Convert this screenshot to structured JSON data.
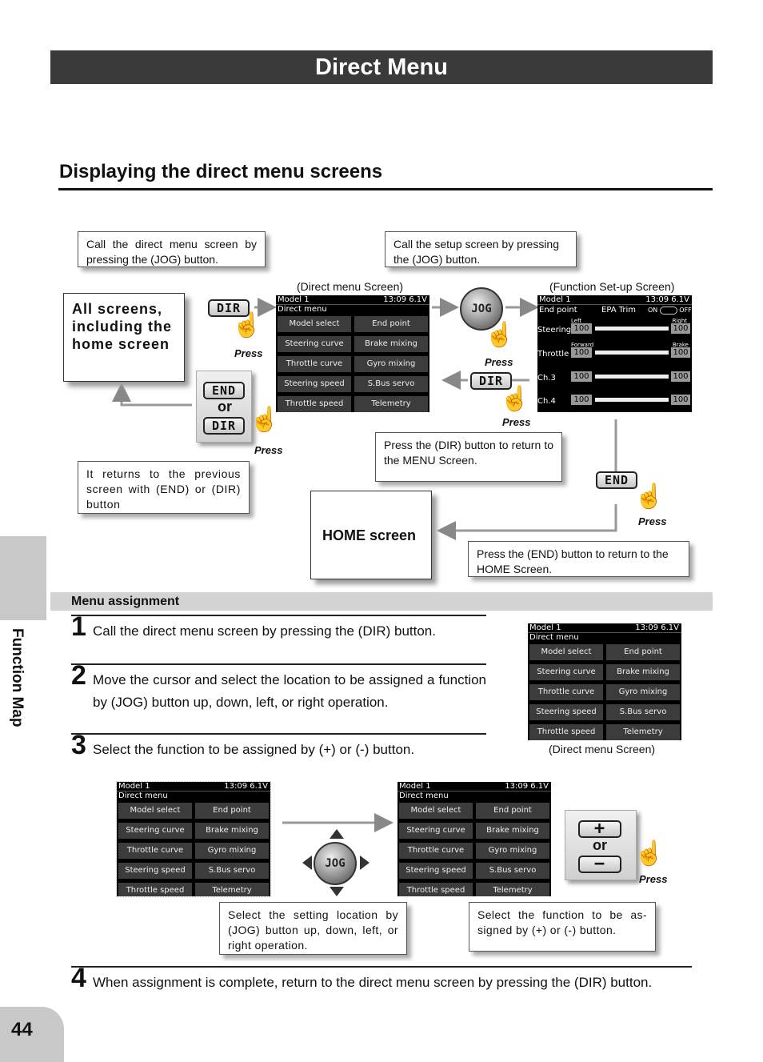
{
  "title": "Direct Menu",
  "section_title": "Displaying the direct menu screens",
  "callouts": {
    "call_direct": "Call the direct menu screen by pressing the (JOG) button.",
    "call_setup": "Call the setup screen by pressing the (JOG) button.",
    "all_screens": "All screens, including the home screen",
    "returns_prev": "It returns to the previous screen with (END) or (DIR) button",
    "press_dir_return": "Press the (DIR) button to return to the MENU Screen.",
    "home_screen": "HOME screen",
    "press_end_return": "Press the (END) button to return to the HOME Screen.",
    "select_location": "Select the setting location by (JOG) button up, down, left, or right operation.",
    "select_function": "Select the function to be as-signed by (+) or (-) button."
  },
  "captions": {
    "direct_menu_screen": "(Direct menu Screen)",
    "function_setup_screen": "(Function Set-up Screen)"
  },
  "buttons": {
    "dir": "DIR",
    "end": "END",
    "jog": "JOG",
    "or": "or",
    "plus": "+",
    "minus": "−",
    "press": "Press"
  },
  "lcd_menu": {
    "model": "Model 1",
    "status": "13:09 6.1V",
    "title": "Direct menu",
    "items": [
      "Model select",
      "End point",
      "Steering curve",
      "Brake mixing",
      "Throttle curve",
      "Gyro mixing",
      "Steering speed",
      "S.Bus servo",
      "Throttle speed",
      "Telemetry"
    ]
  },
  "lcd_epa": {
    "model": "Model 1",
    "status": "13:09 6.1V",
    "title": "End point",
    "header": "EPA Trim",
    "on": "ON",
    "off": "OFF",
    "rows": [
      {
        "name": "Steering",
        "left_label": "Left",
        "right_label": "Right",
        "left": "100",
        "right": "100"
      },
      {
        "name": "Throttle",
        "left_label": "Forward",
        "right_label": "Brake",
        "left": "100",
        "right": "100"
      },
      {
        "name": "Ch.3",
        "left_label": "",
        "right_label": "",
        "left": "100",
        "right": "100"
      },
      {
        "name": "Ch.4",
        "left_label": "",
        "right_label": "",
        "left": "100",
        "right": "100"
      }
    ]
  },
  "menu_assignment": "Menu assignment",
  "steps": [
    {
      "num": "1",
      "text": "Call the direct menu screen by pressing the (DIR) button."
    },
    {
      "num": "2",
      "text": "Move the cursor and select the location to be assigned a function by (JOG) button up, down, left, or right operation."
    },
    {
      "num": "3",
      "text": "Select the function to be assigned by (+) or (-) button."
    },
    {
      "num": "4",
      "text": "When assignment is complete, return to the direct menu screen by pressing the (DIR) button."
    }
  ],
  "side_label": "Function Map",
  "page_number": "44"
}
